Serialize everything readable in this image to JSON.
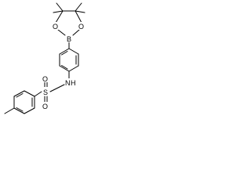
{
  "molecule": {
    "atoms": {
      "boron": "B",
      "oxygen_left": "O",
      "oxygen_right": "O",
      "nitrogen": "N",
      "hydrogen": "H",
      "sulfur": "S",
      "oxygen_sulfonyl_top": "O",
      "oxygen_sulfonyl_bottom": "O"
    }
  }
}
